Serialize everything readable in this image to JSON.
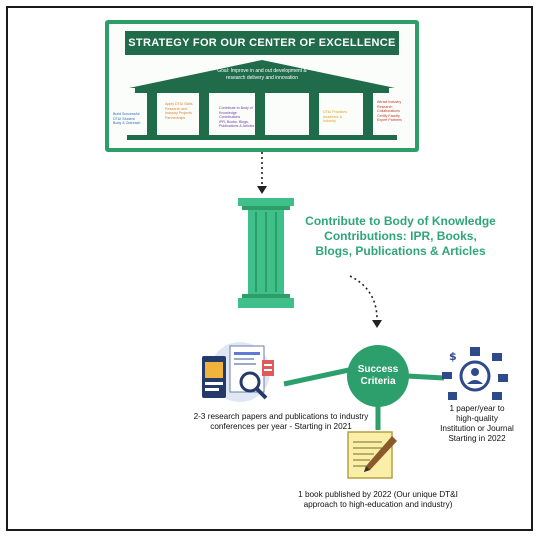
{
  "banner": {
    "title": "STRATEGY FOR OUR CENTER OF EXCELLENCE",
    "roof_lines": [
      "Goal: Improve in and out development &",
      "research delivery and innovation"
    ],
    "columns": [
      {
        "lines": [
          "Build Successful",
          "DT&I Student",
          "Body & Outreach"
        ],
        "color": "#2f6db3"
      },
      {
        "lines": [
          "Apply DT&I Skills",
          "Research and",
          "Industry Projects",
          "Partnerships"
        ],
        "color": "#d9832a"
      },
      {
        "lines": [
          "Contribute to Body of",
          "Knowledge Contributions",
          "IPR, Books, Blogs,",
          "Publications & Articles"
        ],
        "color": "#6a3fa0"
      },
      {
        "lines": [
          "DT&I Practices",
          "Academic &",
          "Industry"
        ],
        "color": "#e0a21a"
      },
      {
        "lines": [
          "Attract Industry",
          "Research",
          "Collaborations",
          "Certify Faculty",
          "Expert Partners"
        ],
        "color": "#c0392b"
      }
    ]
  },
  "heading": {
    "lines": [
      "Contribute to Body of Knowledge",
      "Contributions: IPR, Books,",
      "Blogs, Publications & Articles"
    ]
  },
  "success": {
    "line1": "Success",
    "line2": "Criteria"
  },
  "captions": {
    "left": [
      "2-3 research papers and publications to industry",
      "conferences per year - Starting in 2021"
    ],
    "right": [
      "1 paper/year to",
      "high-quality",
      "Institution or Journal",
      "Starting in 2022"
    ],
    "bottom": [
      "1 book published by 2022 (Our unique DT&I",
      "approach to high-education and industry)"
    ]
  },
  "colors": {
    "accent": "#2d9f6c",
    "dark_green": "#1f6b4a",
    "pillar": "#3fbf8a"
  }
}
